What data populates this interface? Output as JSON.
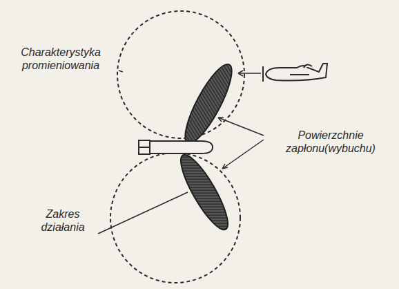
{
  "diagram": {
    "labels": [
      "Charakterystyka promieniowania",
      "Powierzchnie zapłonu(wybuchu)",
      "Zakres działania"
    ]
  }
}
